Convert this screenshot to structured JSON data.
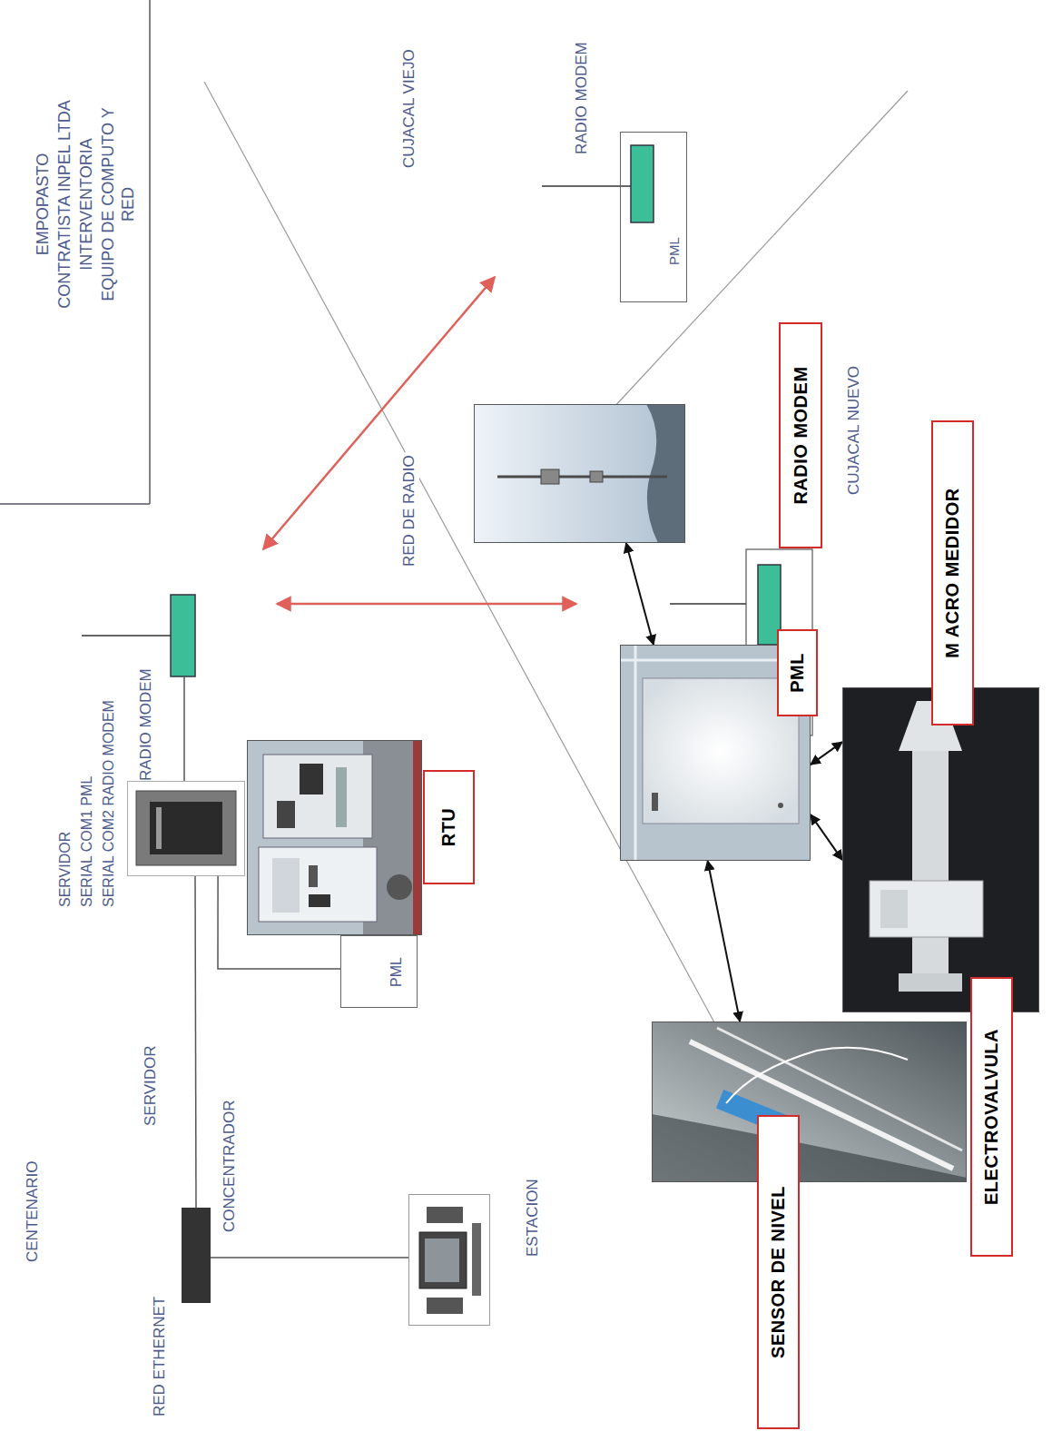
{
  "diagram": {
    "title": "EMPOPASTO",
    "nodes": [
      {
        "text": [
          "CONCENTRADOR"
        ]
      },
      {
        "text": [
          "ESTACION"
        ]
      },
      {
        "text": [
          "SERVIDOR",
          "SERIAL COM1 PML",
          "SERIAL COM2 RADIO MODEM"
        ]
      },
      {
        "text": [
          "PML"
        ]
      },
      {
        "text": [
          "RTU"
        ]
      },
      {
        "text": [
          "PML"
        ]
      },
      {
        "text": [
          "RADIO MODEM"
        ]
      },
      {
        "text": [
          "PML"
        ]
      },
      {
        "text": [
          "SENSOR DE NIVEL"
        ]
      },
      {
        "text": [
          "M ACRO MEDIDOR",
          "ELECTROVALVULA"
        ]
      }
    ],
    "edges": [
      {
        "from": 0,
        "to": 2,
        "arrow": "none"
      },
      {
        "from": 0,
        "to": 1,
        "arrow": "none"
      },
      {
        "from": 2,
        "to": 3,
        "arrow": "none"
      },
      {
        "from": 8,
        "to": 7,
        "arrow": "both"
      },
      {
        "from": 9,
        "to": 7,
        "arrow": "both"
      },
      {
        "from": 9,
        "to": 7,
        "arrow": "both"
      },
      {
        "from": 7,
        "to": 6,
        "arrow": "both"
      }
    ],
    "labels": [
      "CONTRATISTA INPEL LTDA",
      "INTERVENTORIA",
      "EQUIPO DE COMPUTO Y RED",
      "CUJACAL VIEJO",
      "RADIO MODEM",
      "RED DE RADIO",
      "CUJACAL NUEVO",
      "RADIO MODEM",
      "SERVIDOR",
      "CENTENARIO",
      "RED ETHERNET"
    ]
  }
}
